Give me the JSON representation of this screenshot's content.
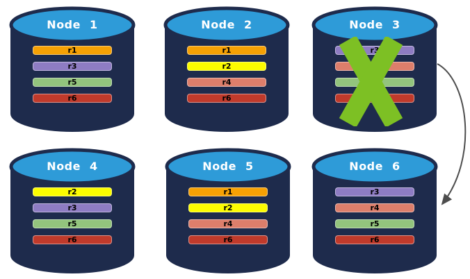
{
  "diagram": {
    "background_color": "#FFFFFF",
    "node_body_color": "#1E2B4C",
    "node_top_color": "#2E9BD8",
    "node_title_color": "#FFFFFF",
    "bar_label_color": "#000000",
    "failure_x_color": "#7DC024",
    "arrow_color": "#4D4D4D"
  },
  "replica_colors": {
    "r1": "#F6A104",
    "r2": "#FCFC00",
    "r3": "#8E7CC3",
    "r4": "#DD7E6B",
    "r5": "#93C47D",
    "r6": "#C03A2B"
  },
  "nodes": [
    {
      "name": "Node 1",
      "replicas": [
        "r1",
        "r3",
        "r5",
        "r6"
      ],
      "failed": false
    },
    {
      "name": "Node 2",
      "replicas": [
        "r1",
        "r2",
        "r4",
        "r6"
      ],
      "failed": false
    },
    {
      "name": "Node 3",
      "replicas": [
        "r3",
        "r4",
        "r5",
        "r6"
      ],
      "failed": true
    },
    {
      "name": "Node 4",
      "replicas": [
        "r2",
        "r3",
        "r5",
        "r6"
      ],
      "failed": false
    },
    {
      "name": "Node 5",
      "replicas": [
        "r1",
        "r2",
        "r4",
        "r6"
      ],
      "failed": false
    },
    {
      "name": "Node 6",
      "replicas": [
        "r3",
        "r4",
        "r5",
        "r6"
      ],
      "failed": false
    }
  ],
  "failure_marker": {
    "node": "Node 3",
    "symbol": "X"
  },
  "arrow": {
    "from": "Node 3",
    "to": "Node 6"
  }
}
